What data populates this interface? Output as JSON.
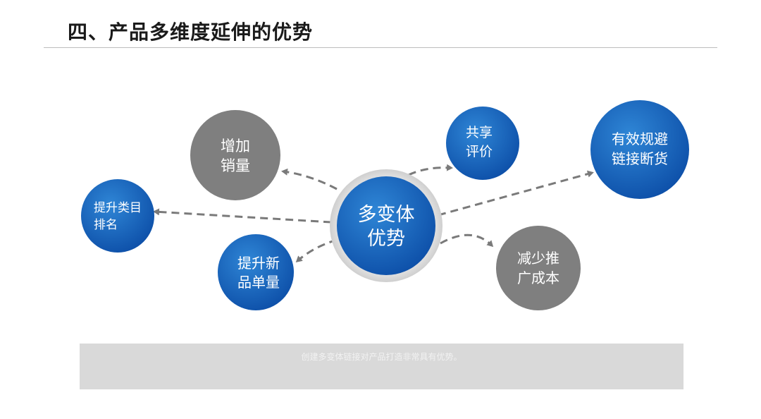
{
  "header": {
    "title": "四、产品多维度延伸的优势"
  },
  "diagram": {
    "center": {
      "lines": [
        "多变体",
        "优势"
      ]
    },
    "nodes": [
      {
        "id": "increase-sales",
        "lines": [
          "增加",
          "销量"
        ],
        "color": "#7f7f7f"
      },
      {
        "id": "share-reviews",
        "lines": [
          "共享",
          "评价"
        ],
        "color": "#1565c0"
      },
      {
        "id": "avoid-stockout",
        "lines": [
          "有效规避",
          "链接断货"
        ],
        "color": "#1565c0"
      },
      {
        "id": "category-ranking",
        "lines": [
          "提升类目",
          "排名"
        ],
        "color": "#1565c0"
      },
      {
        "id": "new-product-orders",
        "lines": [
          "提升新",
          "品单量"
        ],
        "color": "#1565c0"
      },
      {
        "id": "reduce-promo-cost",
        "lines": [
          "减少推",
          "广成本"
        ],
        "color": "#7f7f7f"
      }
    ],
    "colors": {
      "blue": "#1565c0",
      "blue_light": "#2f86d6",
      "gray": "#7f7f7f",
      "arrow": "#7a7a7a"
    }
  },
  "caption": {
    "text": "创建多变体链接对产品打造非常具有优势。"
  }
}
